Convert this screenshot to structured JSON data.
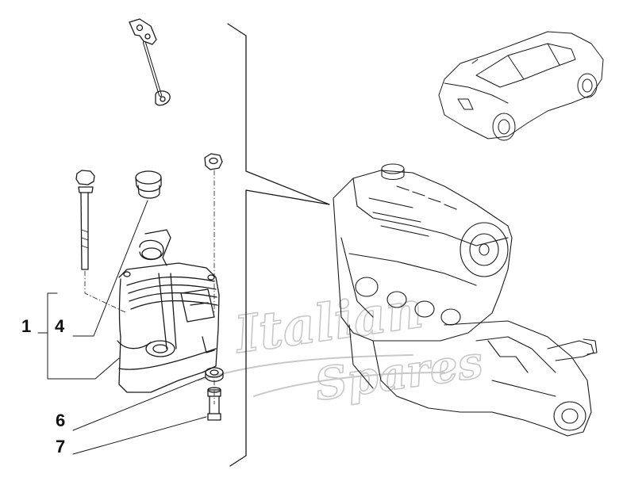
{
  "callouts": {
    "assembly": "1",
    "cap": "4",
    "washer": "6",
    "bolt": "7"
  },
  "watermark": {
    "line1": "Italian",
    "line2": "Spares"
  },
  "colors": {
    "line": "#1a1a1a",
    "watermark": "#c8c8c8",
    "background": "#ffffff"
  }
}
